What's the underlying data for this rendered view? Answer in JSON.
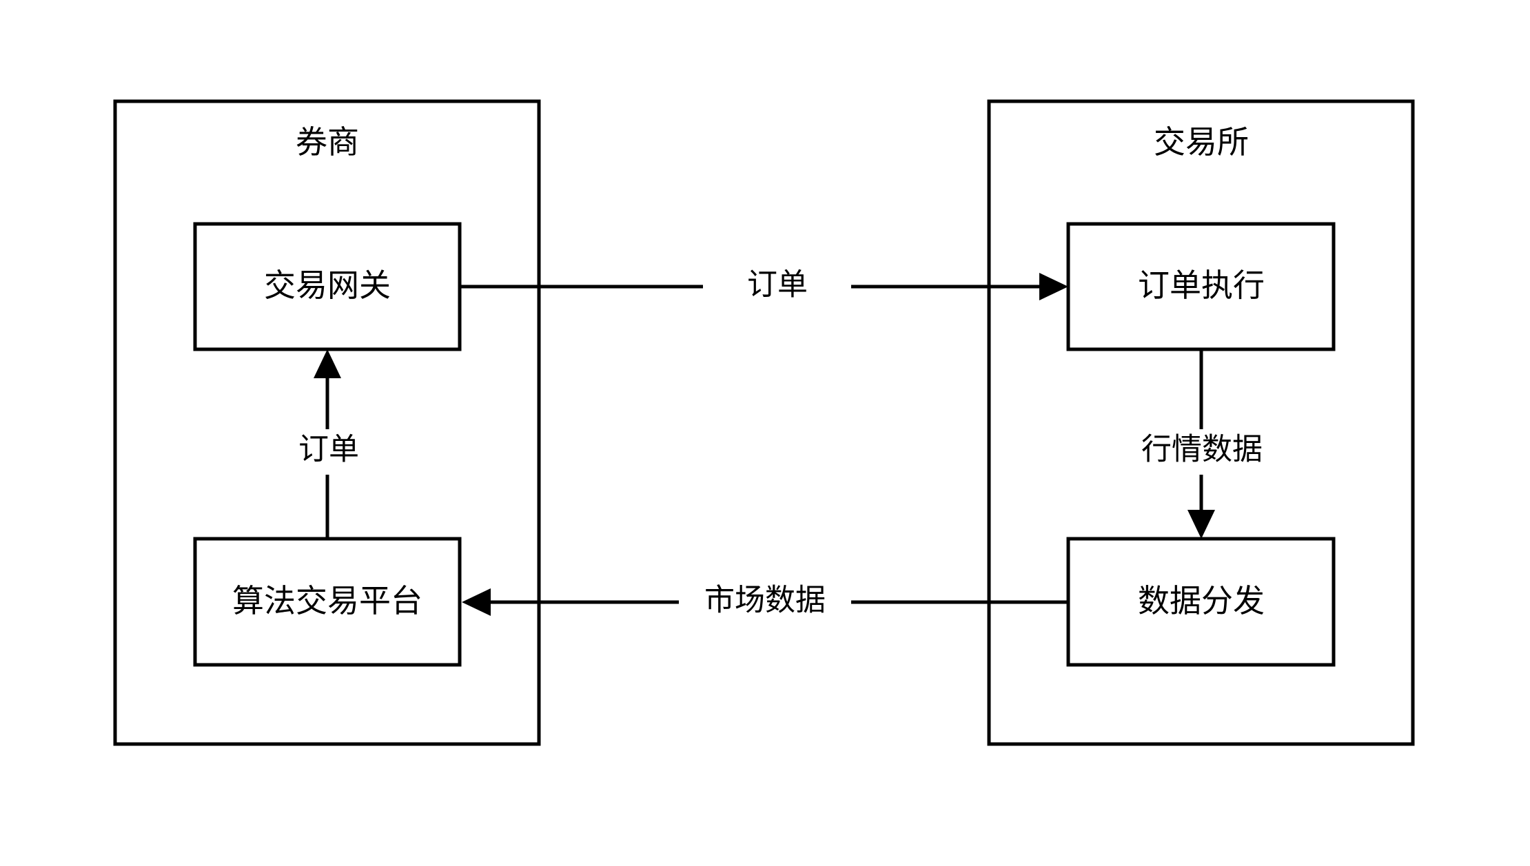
{
  "diagram": {
    "title": "",
    "background_color": "#ffffff",
    "stroke_color": "#000000",
    "groups": [
      {
        "id": "broker",
        "label": "券商",
        "nodes": [
          {
            "id": "trading-gateway",
            "label": "交易网关"
          },
          {
            "id": "algo-trading-platform",
            "label": "算法交易平台"
          }
        ]
      },
      {
        "id": "exchange",
        "label": "交易所",
        "nodes": [
          {
            "id": "order-execution",
            "label": "订单执行"
          },
          {
            "id": "data-distribution",
            "label": "数据分发"
          }
        ]
      }
    ],
    "edges": [
      {
        "id": "gateway-to-execution",
        "label": "订单",
        "from": "trading-gateway",
        "to": "order-execution",
        "direction": "right"
      },
      {
        "id": "platform-to-gateway",
        "label": "订单",
        "from": "algo-trading-platform",
        "to": "trading-gateway",
        "direction": "up"
      },
      {
        "id": "execution-to-distribution",
        "label": "行情数据",
        "from": "order-execution",
        "to": "data-distribution",
        "direction": "down"
      },
      {
        "id": "distribution-to-platform",
        "label": "市场数据",
        "from": "data-distribution",
        "to": "algo-trading-platform",
        "direction": "left"
      }
    ]
  }
}
